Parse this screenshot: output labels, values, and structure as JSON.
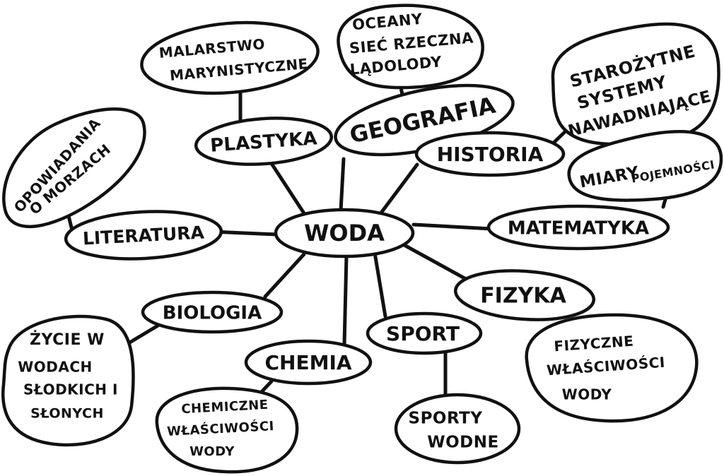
{
  "center": {
    "label": "WODA"
  },
  "subjects": {
    "plastyka": "PLASTYKA",
    "geografia": "GEOGRAFIA",
    "historia": "HISTORIA",
    "matematyka": "MATEMATYKA",
    "fizyka": "FIZYKA",
    "sport": "SPORT",
    "chemia": "CHEMIA",
    "biologia": "BIOLOGIA",
    "literatura": "LITERATURA"
  },
  "details": {
    "malarstwo": [
      "MALARSTWO",
      "MARYNISTYCZNE"
    ],
    "oceany": [
      "OCEANY",
      "SIEĆ RZECZNA",
      "LĄDOLODY"
    ],
    "starozytne": [
      "STAROŻYTNE",
      "SYSTEMY",
      "NAWADNIAJĄCE"
    ],
    "miary": [
      "MIARY",
      "POJEMNOŚCI"
    ],
    "fizyczne": [
      "FIZYCZNE",
      "WŁAŚCIWOŚCI",
      "WODY"
    ],
    "sporty": [
      "SPORTY",
      "WODNE"
    ],
    "chemiczne": [
      "CHEMICZNE",
      "WŁAŚCIWOŚCI",
      "WODY"
    ],
    "zycie": [
      "ŻYCIE W",
      "WODACH",
      "SŁODKICH I",
      "SŁONYCH"
    ],
    "opowiadania": [
      "OPOWIADANIA",
      "O MORZACH"
    ]
  }
}
